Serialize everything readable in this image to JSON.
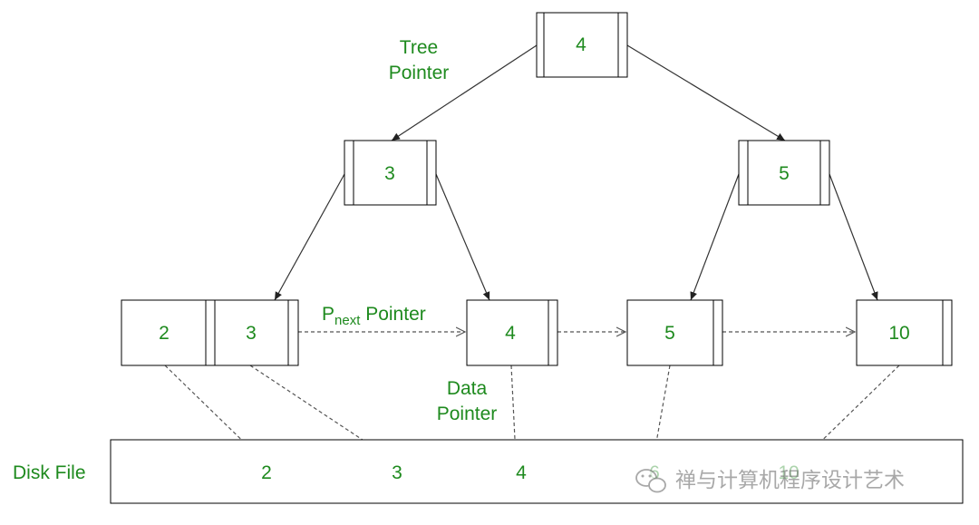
{
  "labels": {
    "tree_pointer_line1": "Tree",
    "tree_pointer_line2": "Pointer",
    "pnext_main": "P",
    "pnext_sub": "next",
    "pnext_rest": " Pointer",
    "data_pointer_line1": "Data",
    "data_pointer_line2": "Pointer",
    "disk_file": "Disk File"
  },
  "tree": {
    "root": {
      "key": "4"
    },
    "internal_left": {
      "key": "3"
    },
    "internal_right": {
      "key": "5"
    },
    "leaf1": {
      "keys": [
        "2",
        "3"
      ]
    },
    "leaf2": {
      "key": "4"
    },
    "leaf3": {
      "key": "5"
    },
    "leaf4": {
      "key": "10"
    }
  },
  "disk_file": {
    "records": [
      "2",
      "3",
      "4",
      "6",
      "10"
    ]
  },
  "watermark": {
    "text": "禅与计算机程序设计艺术",
    "icon": "wechat-icon"
  },
  "colors": {
    "text_green": "#1e8a1e",
    "lines": "#333333"
  }
}
